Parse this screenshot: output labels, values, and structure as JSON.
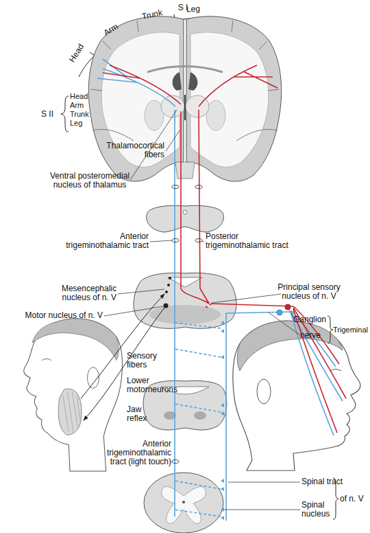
{
  "diagram": {
    "labels": [
      "S I",
      "Head",
      "Arm",
      "Trunk",
      "Leg",
      "S II",
      "Head",
      "Arm",
      "Trunk",
      "Leg",
      "Thalamocortical fibers",
      "Ventral posteromedial nucleus of thalamus",
      "Anterior trigeminothalamic tract",
      "Posterior trigeminothalamic tract",
      "Mesencephalic nucleus of n. V",
      "Principal sensory nucleus of n. V",
      "Motor nucleus of n. V",
      "Ganglion",
      "nerve",
      "Trigeminal",
      "Sensory fibers",
      "Lower motorneurons",
      "Jaw reflex",
      "Anterior trigeminothalamic tract (light touch)",
      "Spinal tract",
      "Spinal nucleus",
      "of n. V"
    ]
  }
}
